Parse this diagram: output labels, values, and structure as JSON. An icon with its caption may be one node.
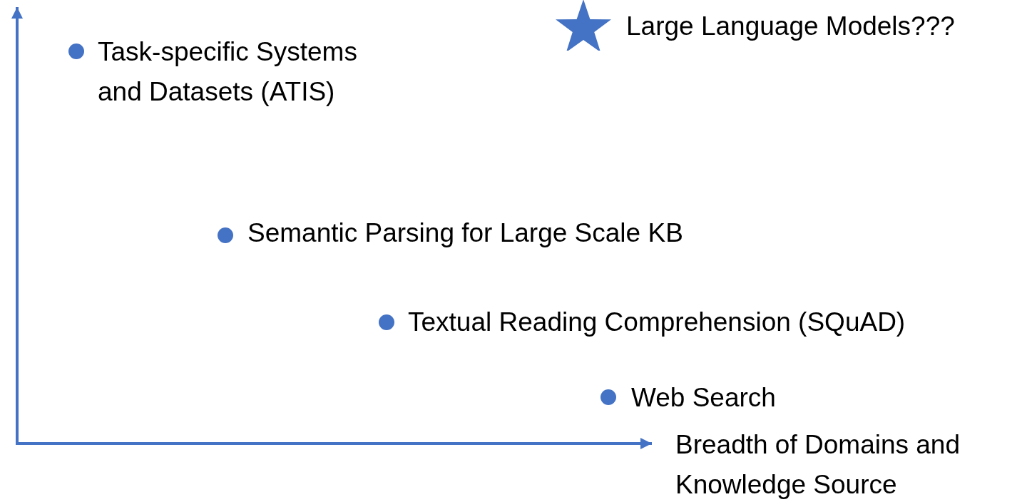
{
  "diagram": {
    "labels": [
      "Large Language Models???",
      "Task-specific Systems and Datasets (ATIS)",
      "Semantic Parsing for Large Scale KB",
      "Textual Reading Comprehension (SQuAD)",
      "Web Search",
      "Breadth of Domains and Knowledge Source"
    ]
  }
}
